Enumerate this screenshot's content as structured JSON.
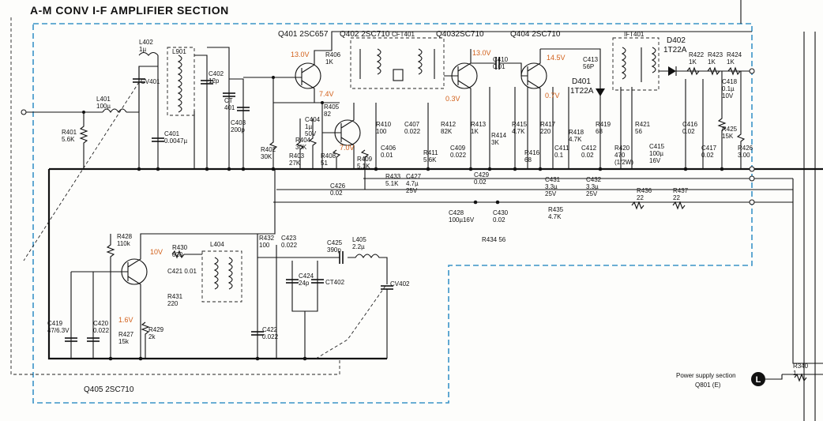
{
  "title": "A-M CONV I-F AMPLIFIER SECTION",
  "transistors": {
    "q401": "Q401 2SC657",
    "q402": "Q402 2SC710",
    "q403": "Q4032SC710",
    "q404": "Q404 2SC710",
    "q405": "Q405 2SC710"
  },
  "diodes": {
    "d402": [
      "D402",
      "1T22A"
    ],
    "d401": [
      "D401",
      "1T22A"
    ]
  },
  "modules": {
    "cft401": "CFT401",
    "ift401": "IFT401",
    "l901": "L901"
  },
  "components": [
    {
      "id": "l402",
      "lines": [
        "L402",
        "1µ"
      ]
    },
    {
      "id": "l401",
      "lines": [
        "L401",
        "100µ"
      ]
    },
    {
      "id": "cv401",
      "lines": [
        "CV401"
      ]
    },
    {
      "id": "r401",
      "lines": [
        "R401",
        "5.6K"
      ]
    },
    {
      "id": "c401",
      "lines": [
        "C401",
        "0.0047µ"
      ]
    },
    {
      "id": "c402",
      "lines": [
        "C402",
        "12p"
      ]
    },
    {
      "id": "ct401",
      "lines": [
        "CT",
        "401"
      ]
    },
    {
      "id": "c403",
      "lines": [
        "C403",
        "200p"
      ]
    },
    {
      "id": "r402",
      "lines": [
        "R402",
        "30K"
      ]
    },
    {
      "id": "r406",
      "lines": [
        "R406",
        "1K"
      ]
    },
    {
      "id": "r405",
      "lines": [
        "R405",
        "82"
      ]
    },
    {
      "id": "c404",
      "lines": [
        "C404",
        "1µ",
        "50V"
      ]
    },
    {
      "id": "r404",
      "lines": [
        "R404",
        "30K"
      ]
    },
    {
      "id": "r403",
      "lines": [
        "R403",
        "27K"
      ]
    },
    {
      "id": "r408",
      "lines": [
        "R408",
        "51"
      ]
    },
    {
      "id": "r409",
      "lines": [
        "R409",
        "5.1K"
      ]
    },
    {
      "id": "r410",
      "lines": [
        "R410",
        "100"
      ]
    },
    {
      "id": "c406",
      "lines": [
        "C406",
        "0.01"
      ]
    },
    {
      "id": "c407",
      "lines": [
        "C407",
        "0.022"
      ]
    },
    {
      "id": "r411",
      "lines": [
        "R411",
        "5.6K"
      ]
    },
    {
      "id": "r412",
      "lines": [
        "R412",
        "82K"
      ]
    },
    {
      "id": "c409",
      "lines": [
        "C409",
        "0.022"
      ]
    },
    {
      "id": "r413",
      "lines": [
        "R413",
        "1K"
      ]
    },
    {
      "id": "c410",
      "lines": [
        "C410",
        "0.01"
      ]
    },
    {
      "id": "r414",
      "lines": [
        "R414",
        "3K"
      ]
    },
    {
      "id": "r415",
      "lines": [
        "R415",
        "4.7K"
      ]
    },
    {
      "id": "r416",
      "lines": [
        "R416",
        "68"
      ]
    },
    {
      "id": "r417",
      "lines": [
        "R417",
        "220"
      ]
    },
    {
      "id": "c411",
      "lines": [
        "C411",
        "0.1"
      ]
    },
    {
      "id": "r418",
      "lines": [
        "R418",
        "4.7K"
      ]
    },
    {
      "id": "c412",
      "lines": [
        "C412",
        "0.02"
      ]
    },
    {
      "id": "r419",
      "lines": [
        "R419",
        "68"
      ]
    },
    {
      "id": "c413",
      "lines": [
        "C413",
        "56P"
      ]
    },
    {
      "id": "r420",
      "lines": [
        "R420",
        "470",
        "(1/2W)"
      ]
    },
    {
      "id": "r421",
      "lines": [
        "R421",
        "56"
      ]
    },
    {
      "id": "c415",
      "lines": [
        "C415",
        "100µ",
        "16V"
      ]
    },
    {
      "id": "r422",
      "lines": [
        "R422",
        "1K"
      ]
    },
    {
      "id": "r423",
      "lines": [
        "R423",
        "1K"
      ]
    },
    {
      "id": "r424",
      "lines": [
        "R424",
        "1K"
      ]
    },
    {
      "id": "c418",
      "lines": [
        "C418",
        "0.1µ",
        "10V"
      ]
    },
    {
      "id": "c416",
      "lines": [
        "C416",
        "0.02"
      ]
    },
    {
      "id": "c417",
      "lines": [
        "C417",
        "0.02"
      ]
    },
    {
      "id": "r425",
      "lines": [
        "R425",
        "15K"
      ]
    },
    {
      "id": "r426",
      "lines": [
        "R426",
        "3.00"
      ]
    },
    {
      "id": "r433",
      "lines": [
        "R433",
        "5.1K"
      ]
    },
    {
      "id": "c427",
      "lines": [
        "C427",
        "4.7µ",
        "25V"
      ]
    },
    {
      "id": "c429",
      "lines": [
        "C429",
        "0.02"
      ]
    },
    {
      "id": "c426",
      "lines": [
        "C426",
        "0.02"
      ]
    },
    {
      "id": "c428",
      "lines": [
        "C428",
        "100µ16V"
      ]
    },
    {
      "id": "c430",
      "lines": [
        "C430",
        "0.02"
      ]
    },
    {
      "id": "r434",
      "lines": [
        "R434 56"
      ]
    },
    {
      "id": "c431",
      "lines": [
        "C431",
        "3.3µ",
        "25V"
      ]
    },
    {
      "id": "c432",
      "lines": [
        "C432",
        "3.3µ",
        "25V"
      ]
    },
    {
      "id": "r435",
      "lines": [
        "R435",
        "4.7K"
      ]
    },
    {
      "id": "r436",
      "lines": [
        "R436",
        "22"
      ]
    },
    {
      "id": "r437",
      "lines": [
        "R437",
        "22"
      ]
    },
    {
      "id": "r428",
      "lines": [
        "R428",
        "110k"
      ]
    },
    {
      "id": "r430",
      "lines": [
        "R430",
        "820"
      ]
    },
    {
      "id": "l404",
      "lines": [
        "L404"
      ]
    },
    {
      "id": "r432",
      "lines": [
        "R432",
        "100"
      ]
    },
    {
      "id": "c423",
      "lines": [
        "C423",
        "0.022"
      ]
    },
    {
      "id": "c425",
      "lines": [
        "C425",
        "390p"
      ]
    },
    {
      "id": "l405",
      "lines": [
        "L405",
        "2.2µ"
      ]
    },
    {
      "id": "c421",
      "lines": [
        "C421 0.01"
      ]
    },
    {
      "id": "r431",
      "lines": [
        "R431",
        "220"
      ]
    },
    {
      "id": "c424",
      "lines": [
        "C424",
        "24p"
      ]
    },
    {
      "id": "ct402",
      "lines": [
        "CT402"
      ]
    },
    {
      "id": "cv402",
      "lines": [
        "CV402"
      ]
    },
    {
      "id": "c419",
      "lines": [
        "C419",
        "47/6.3V"
      ]
    },
    {
      "id": "c420",
      "lines": [
        "C420",
        "0.022"
      ]
    },
    {
      "id": "r427",
      "lines": [
        "R427",
        "15k"
      ]
    },
    {
      "id": "r429",
      "lines": [
        "R429",
        "2k"
      ]
    },
    {
      "id": "c422",
      "lines": [
        "C422",
        "0.022"
      ]
    },
    {
      "id": "r340",
      "lines": [
        "R340",
        "1"
      ]
    }
  ],
  "voltages": {
    "v1": "13.0V",
    "v2": "7.4V",
    "v3": "7.0V",
    "v4": "13.0V",
    "v5": "0.3V",
    "v6": "14.5V",
    "v7": "0.7V",
    "v8": "10V",
    "v9": "1.6V"
  },
  "power_supply": {
    "line1": "Power supply section",
    "line2": "Q801 (E)",
    "marker": "L"
  }
}
